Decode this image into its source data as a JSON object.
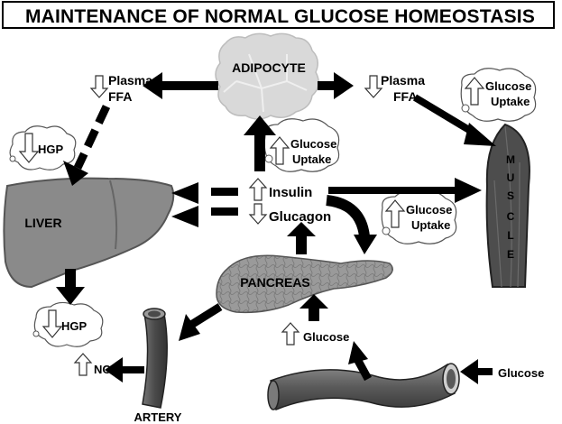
{
  "title": "MAINTENANCE OF NORMAL GLUCOSE HOMEOSTASIS",
  "organs": {
    "adipocyte": "ADIPOCYTE",
    "liver": "LIVER",
    "pancreas": "PANCREAS",
    "muscle_letters": [
      "M",
      "U",
      "S",
      "C",
      "L",
      "E"
    ],
    "artery": "ARTERY"
  },
  "labels": {
    "plasma_ffa_left": [
      "Plasma",
      "FFA"
    ],
    "plasma_ffa_right": [
      "Plasma",
      "FFA"
    ],
    "hgp_top": "HGP",
    "hgp_bottom": "HGP",
    "glucose_uptake_adipo": [
      "Glucose",
      "Uptake"
    ],
    "glucose_uptake_muscle_top": [
      "Glucose",
      "Uptake"
    ],
    "glucose_uptake_muscle_mid": [
      "Glucose",
      "Uptake"
    ],
    "insulin": "Insulin",
    "glucagon": "Glucagon",
    "glucose_pancreas": "Glucose",
    "glucose_vessel": "Glucose",
    "no": "NO"
  },
  "colors": {
    "arrow": "#000000",
    "liver": "#8a8a8a",
    "pancreas": "#9a9a9a",
    "adipocyte": "#d9d9d9",
    "muscle": "#4d4d4d",
    "artery": "#595959",
    "vessel": "#6a6a6a"
  }
}
